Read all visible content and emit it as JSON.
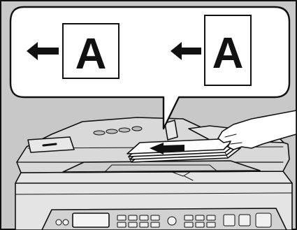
{
  "figure": {
    "callout": {
      "panels": [
        {
          "letter": "A",
          "orientation": "landscape",
          "arrow": "left"
        },
        {
          "letter": "A",
          "orientation": "portrait",
          "arrow": "left"
        }
      ]
    },
    "scene": {
      "subject": "document-feeder-loading",
      "insert_direction": "left"
    }
  }
}
